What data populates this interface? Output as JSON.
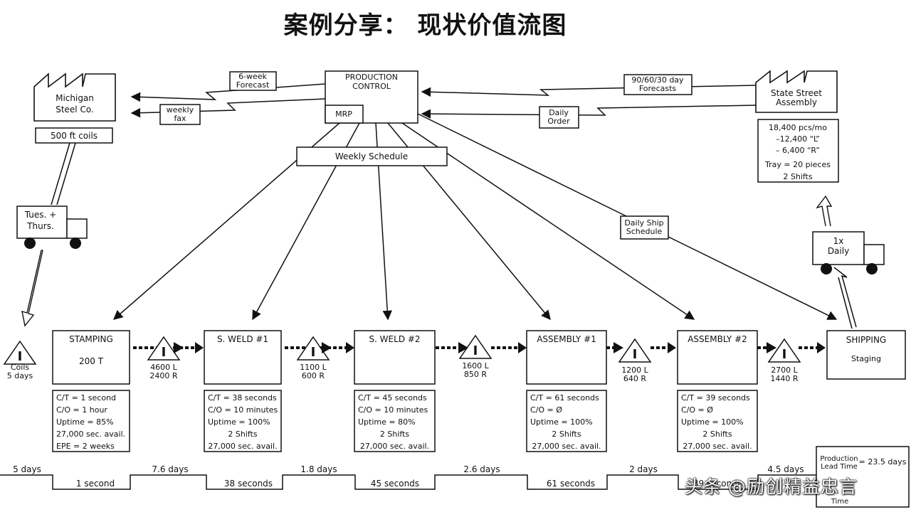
{
  "title": "案例分享： 现状价值流图",
  "watermark": "头条 @励创精益忠言",
  "supplier": {
    "name": [
      "Michigan",
      "Steel Co."
    ],
    "data": "500 ft coils"
  },
  "customer": {
    "name": [
      "State Street",
      "Assembly"
    ],
    "data": [
      "18,400 pcs/mo",
      "–12,400  “L”",
      "– 6,400  “R”",
      "Tray = 20 pieces",
      "2 Shifts"
    ]
  },
  "control": {
    "title": [
      "PRODUCTION",
      "CONTROL"
    ],
    "system": "MRP"
  },
  "info_flows": {
    "six_week_forecast": [
      "6-week",
      "Forecast"
    ],
    "weekly_fax": [
      "weekly",
      "fax"
    ],
    "customer_forecasts": [
      "90/60/30 day",
      "Forecasts"
    ],
    "daily_order": [
      "Daily",
      "Order"
    ],
    "weekly_schedule": "Weekly Schedule",
    "daily_ship_schedule": [
      "Daily Ship",
      "Schedule"
    ]
  },
  "inbound_truck": [
    "Tues. +",
    "Thurs."
  ],
  "outbound_truck": [
    "1x",
    "Daily"
  ],
  "inventory_symbol": "I",
  "inventories": [
    [
      "Coils",
      "5 days"
    ],
    [
      "4600 L",
      "2400 R"
    ],
    [
      "1100 L",
      "600 R"
    ],
    [
      "1600 L",
      "850 R"
    ],
    [
      "1200 L",
      "640 R"
    ],
    [
      "2700 L",
      "1440 R"
    ]
  ],
  "processes": [
    {
      "name": "STAMPING",
      "body": "200 T",
      "data": [
        "C/T = 1 second",
        "C/O =  1 hour",
        "Uptime = 85%",
        "27,000 sec. avail.",
        "EPE = 2 weeks"
      ]
    },
    {
      "name": "S. WELD #1",
      "body": "",
      "data": [
        "C/T = 38 seconds",
        "C/O = 10 minutes",
        "Uptime = 100%",
        "2 Shifts",
        "27,000 sec. avail."
      ]
    },
    {
      "name": "S. WELD #2",
      "body": "",
      "data": [
        "C/T = 45 seconds",
        "C/O = 10 minutes",
        "Uptime = 80%",
        "2 Shifts",
        "27,000 sec. avail."
      ]
    },
    {
      "name": "ASSEMBLY #1",
      "body": "",
      "data": [
        "C/T = 61 seconds",
        "C/O =  Ø",
        "Uptime = 100%",
        "2 Shifts",
        "27,000 sec. avail."
      ]
    },
    {
      "name": "ASSEMBLY #2",
      "body": "",
      "data": [
        "C/T = 39 seconds",
        "C/O =  Ø",
        "Uptime = 100%",
        "2 Shifts",
        "27,000 sec. avail."
      ]
    }
  ],
  "shipping": {
    "name": "SHIPPING",
    "body": "Staging"
  },
  "timeline": {
    "waits": [
      "5 days",
      "7.6 days",
      "1.8 days",
      "2.6 days",
      "2 days",
      "4.5 days"
    ],
    "process_times": [
      "1 second",
      "38 seconds",
      "45 seconds",
      "61 seconds",
      "39 seconds"
    ],
    "summary_lead_label": [
      "Production",
      "Lead Time"
    ],
    "summary_lead_value": "= 23.5 days",
    "summary_time_label": "Time"
  }
}
